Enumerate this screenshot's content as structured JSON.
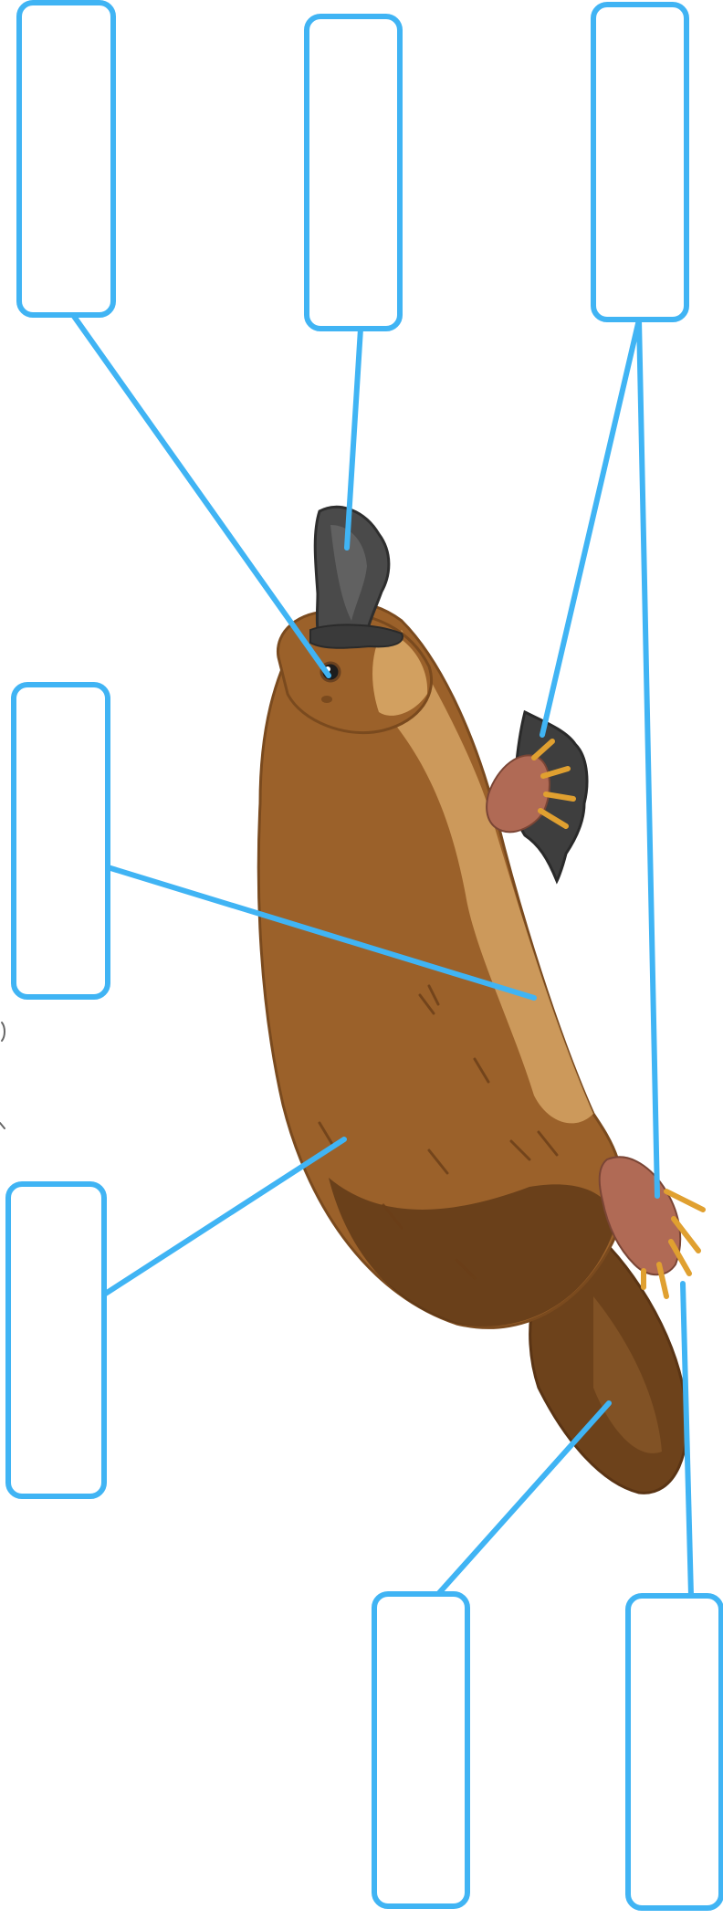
{
  "diagram": {
    "subject": "platypus",
    "colors": {
      "leader": "#40b4f4",
      "fur_dark": "#8a5525",
      "fur_mid": "#9b612a",
      "fur_light": "#d2a060",
      "bill": "#4a4a4a",
      "foot": "#b06a55",
      "claw": "#e0a030"
    },
    "labels": [
      {
        "id": "eye",
        "text": ""
      },
      {
        "id": "bill",
        "text": ""
      },
      {
        "id": "webbed-front-foot",
        "text": ""
      },
      {
        "id": "belly",
        "text": ""
      },
      {
        "id": "fur",
        "text": ""
      },
      {
        "id": "tail",
        "text": ""
      },
      {
        "id": "claws",
        "text": ""
      }
    ]
  }
}
